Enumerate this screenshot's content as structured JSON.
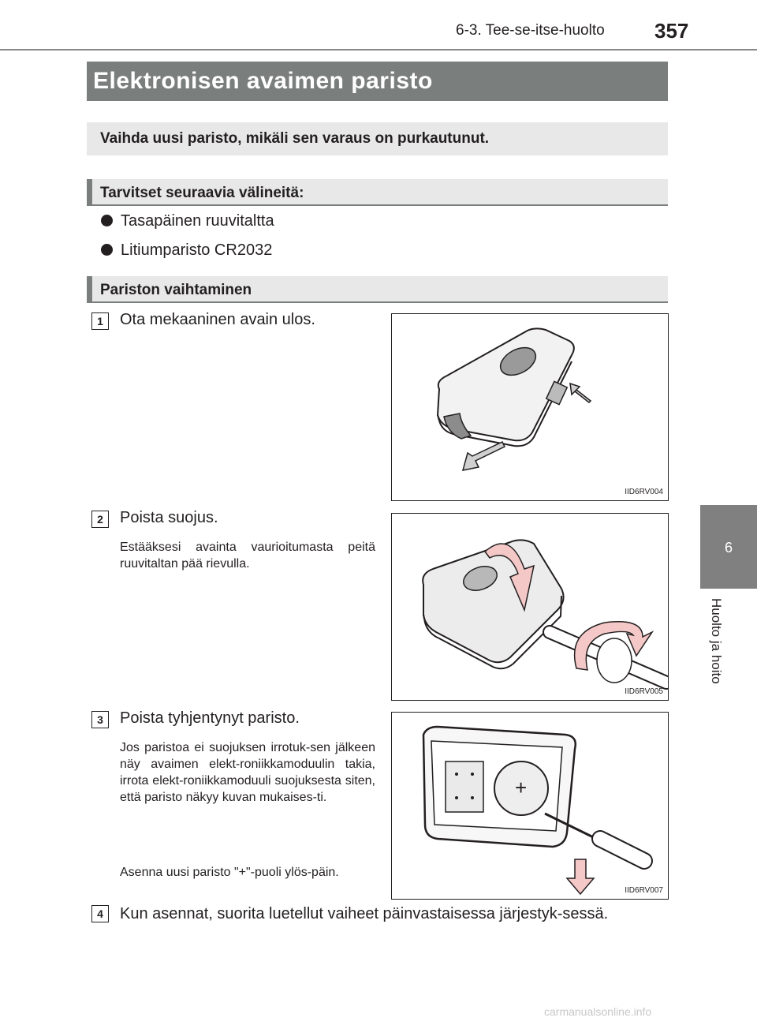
{
  "header": {
    "section": "6-3. Tee-se-itse-huolto",
    "page_number": "357"
  },
  "side_tab": {
    "chapter_number": "6",
    "chapter_title": "Huolto ja hoito"
  },
  "title": "Elektronisen avaimen paristo",
  "intro": "Vaihda uusi paristo, mikäli sen varaus on purkautunut.",
  "tools": {
    "heading": "Tarvitset seuraavia välineitä:",
    "items": [
      "Tasapäinen ruuvitaltta",
      "Litiumparisto CR2032"
    ]
  },
  "replacement": {
    "heading": "Pariston vaihtaminen",
    "steps": [
      {
        "number": "1",
        "text": "Ota mekaaninen avain ulos.",
        "notes": [],
        "image_code": "IID6RV004"
      },
      {
        "number": "2",
        "text": "Poista suojus.",
        "notes": [
          "Estääksesi avainta vaurioitumasta peitä ruuvitaltan pää rievulla."
        ],
        "image_code": "IID6RV005"
      },
      {
        "number": "3",
        "text": "Poista tyhjentynyt paristo.",
        "notes": [
          "Jos paristoa ei suojuksen irrotuk-sen jälkeen näy avaimen elekt-roniikkamoduulin takia, irrota elekt-roniikkamoduuli suojuksesta siten, että paristo näkyy kuvan mukaises-ti.",
          "Asenna uusi paristo \"+\"-puoli ylös-päin."
        ],
        "image_code": "IID6RV007"
      },
      {
        "number": "4",
        "text": "Kun asennat, suorita luetellut vaiheet päinvastaisessa järjestyk-sessä."
      }
    ]
  },
  "watermark": "carmanualsonline.info"
}
